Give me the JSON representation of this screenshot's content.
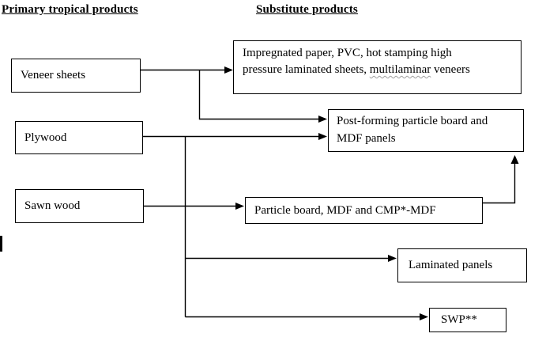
{
  "headers": {
    "primary": "Primary tropical products",
    "substitute": "Substitute products"
  },
  "boxes": {
    "veneer_sheets": {
      "label": "Veneer sheets"
    },
    "plywood": {
      "label": "Plywood"
    },
    "sawn_wood": {
      "label": "Sawn wood"
    },
    "impregnated": {
      "line1": "Impregnated paper, PVC, hot stamping high",
      "line2_before": "pressure laminated sheets, ",
      "line2_misspelled_word": "multilaminar",
      "line2_after": " veneers"
    },
    "post_forming": {
      "label": "Post-forming particle board and MDF panels"
    },
    "particle_board": {
      "label": "Particle board, MDF and CMP*-MDF"
    },
    "laminated_panels": {
      "label": "Laminated panels"
    },
    "swp": {
      "label": "SWP**"
    }
  },
  "colors": {
    "ink": "#000000",
    "background": "#ffffff",
    "spellcheck_squiggle": "#9e9e9e"
  }
}
